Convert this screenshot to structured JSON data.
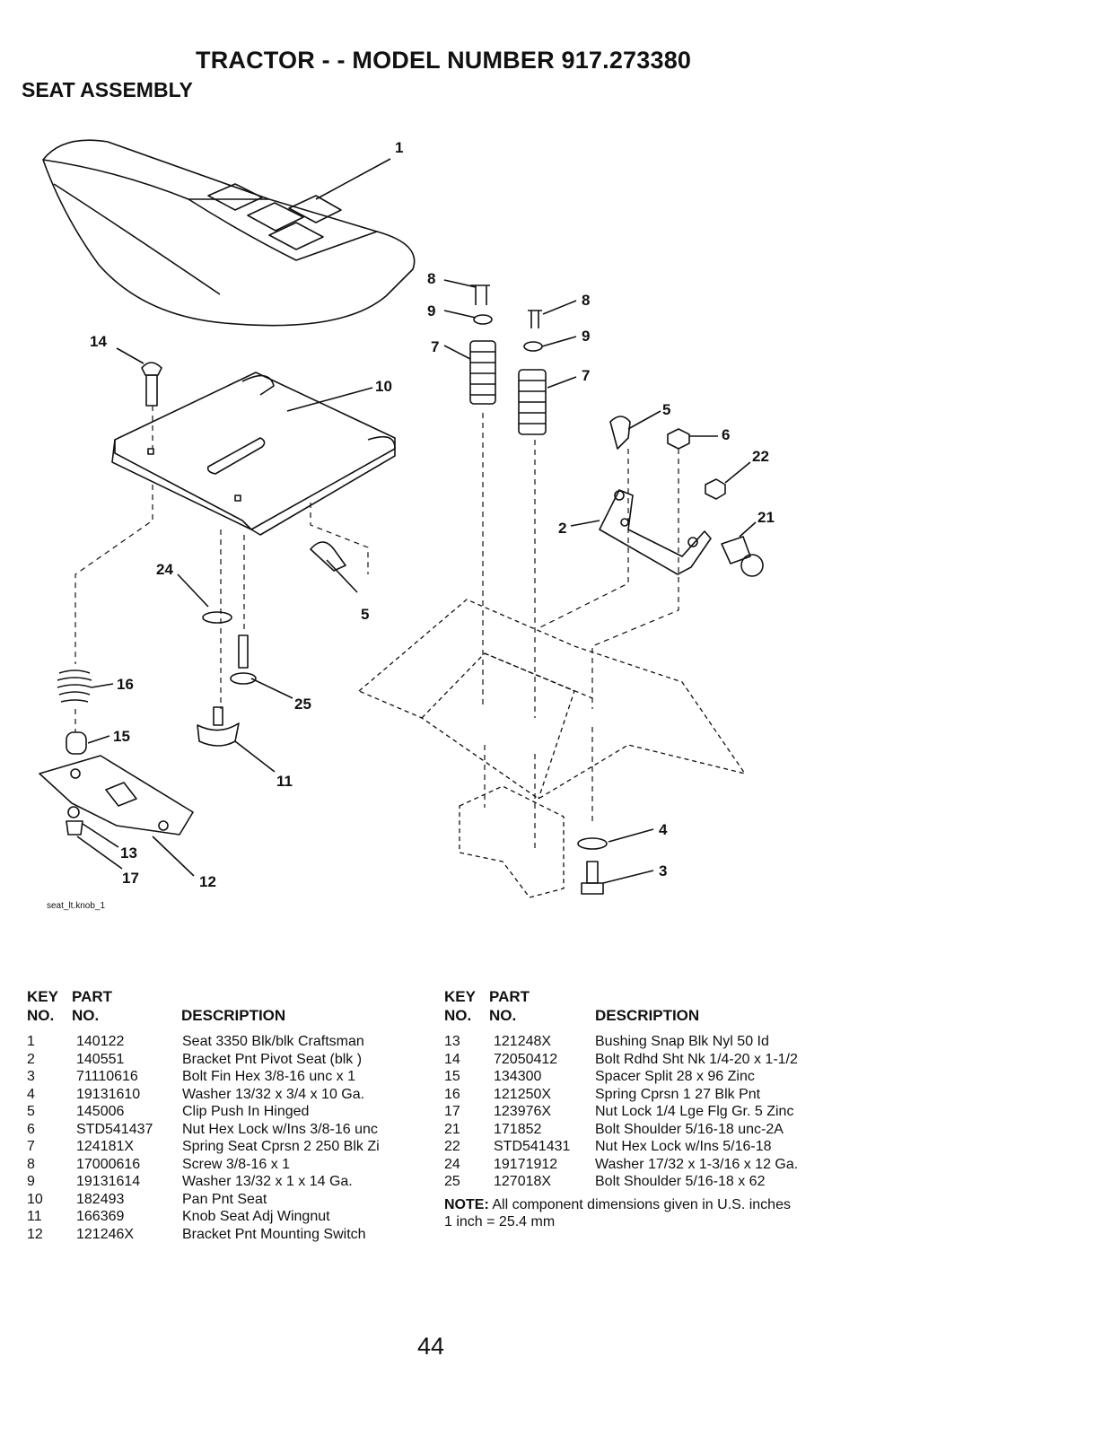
{
  "header": {
    "title": "TRACTOR - - MODEL NUMBER  917.273380",
    "section": "SEAT ASSEMBLY"
  },
  "diagram": {
    "figure_code": "seat_lt.knob_1",
    "callouts": [
      "1",
      "14",
      "10",
      "8",
      "9",
      "7",
      "8",
      "9",
      "7",
      "5",
      "6",
      "22",
      "21",
      "2",
      "24",
      "5",
      "16",
      "25",
      "15",
      "11",
      "13",
      "17",
      "12",
      "4",
      "3"
    ]
  },
  "table": {
    "headers": {
      "key_line1": "KEY",
      "key_line2": "NO.",
      "part_line1": "PART",
      "part_line2": "NO.",
      "description": "DESCRIPTION"
    },
    "left_rows": [
      {
        "key": "1",
        "part": "140122",
        "desc": "Seat 3350 Blk/blk Craftsman"
      },
      {
        "key": "2",
        "part": "140551",
        "desc": "Bracket Pnt Pivot Seat (blk )"
      },
      {
        "key": "3",
        "part": "71110616",
        "desc": "Bolt Fin Hex 3/8-16 unc x 1"
      },
      {
        "key": "4",
        "part": "19131610",
        "desc": "Washer 13/32 x 3/4 x 10 Ga."
      },
      {
        "key": "5",
        "part": "145006",
        "desc": "Clip Push In Hinged"
      },
      {
        "key": "6",
        "part": "STD541437",
        "desc": "Nut Hex Lock w/Ins 3/8-16 unc"
      },
      {
        "key": "7",
        "part": "124181X",
        "desc": "Spring Seat Cprsn 2 250 Blk Zi"
      },
      {
        "key": "8",
        "part": "17000616",
        "desc": "Screw 3/8-16 x 1"
      },
      {
        "key": "9",
        "part": "19131614",
        "desc": "Washer 13/32 x 1 x 14 Ga."
      },
      {
        "key": "10",
        "part": "182493",
        "desc": "Pan Pnt Seat"
      },
      {
        "key": "11",
        "part": "166369",
        "desc": "Knob Seat Adj Wingnut"
      },
      {
        "key": "12",
        "part": "121246X",
        "desc": "Bracket Pnt Mounting Switch"
      }
    ],
    "right_rows": [
      {
        "key": "13",
        "part": "121248X",
        "desc": "Bushing Snap Blk Nyl 50 Id"
      },
      {
        "key": "14",
        "part": "72050412",
        "desc": "Bolt Rdhd Sht Nk 1/4-20 x 1-1/2"
      },
      {
        "key": "15",
        "part": "134300",
        "desc": "Spacer Split 28 x 96 Zinc"
      },
      {
        "key": "16",
        "part": "121250X",
        "desc": "Spring Cprsn 1 27 Blk Pnt"
      },
      {
        "key": "17",
        "part": "123976X",
        "desc": "Nut Lock 1/4 Lge Flg Gr. 5 Zinc"
      },
      {
        "key": "21",
        "part": "171852",
        "desc": "Bolt Shoulder 5/16-18 unc-2A"
      },
      {
        "key": "22",
        "part": "STD541431",
        "desc": "Nut Hex Lock w/Ins 5/16-18"
      },
      {
        "key": "24",
        "part": "19171912",
        "desc": "Washer 17/32 x 1-3/16 x 12 Ga."
      },
      {
        "key": "25",
        "part": "127018X",
        "desc": "Bolt Shoulder 5/16-18 x 62"
      }
    ],
    "note_label": "NOTE:",
    "note_text": "All component dimensions given in U.S. inches",
    "conversion": "1 inch = 25.4 mm"
  },
  "footer": {
    "page_number": "44"
  }
}
